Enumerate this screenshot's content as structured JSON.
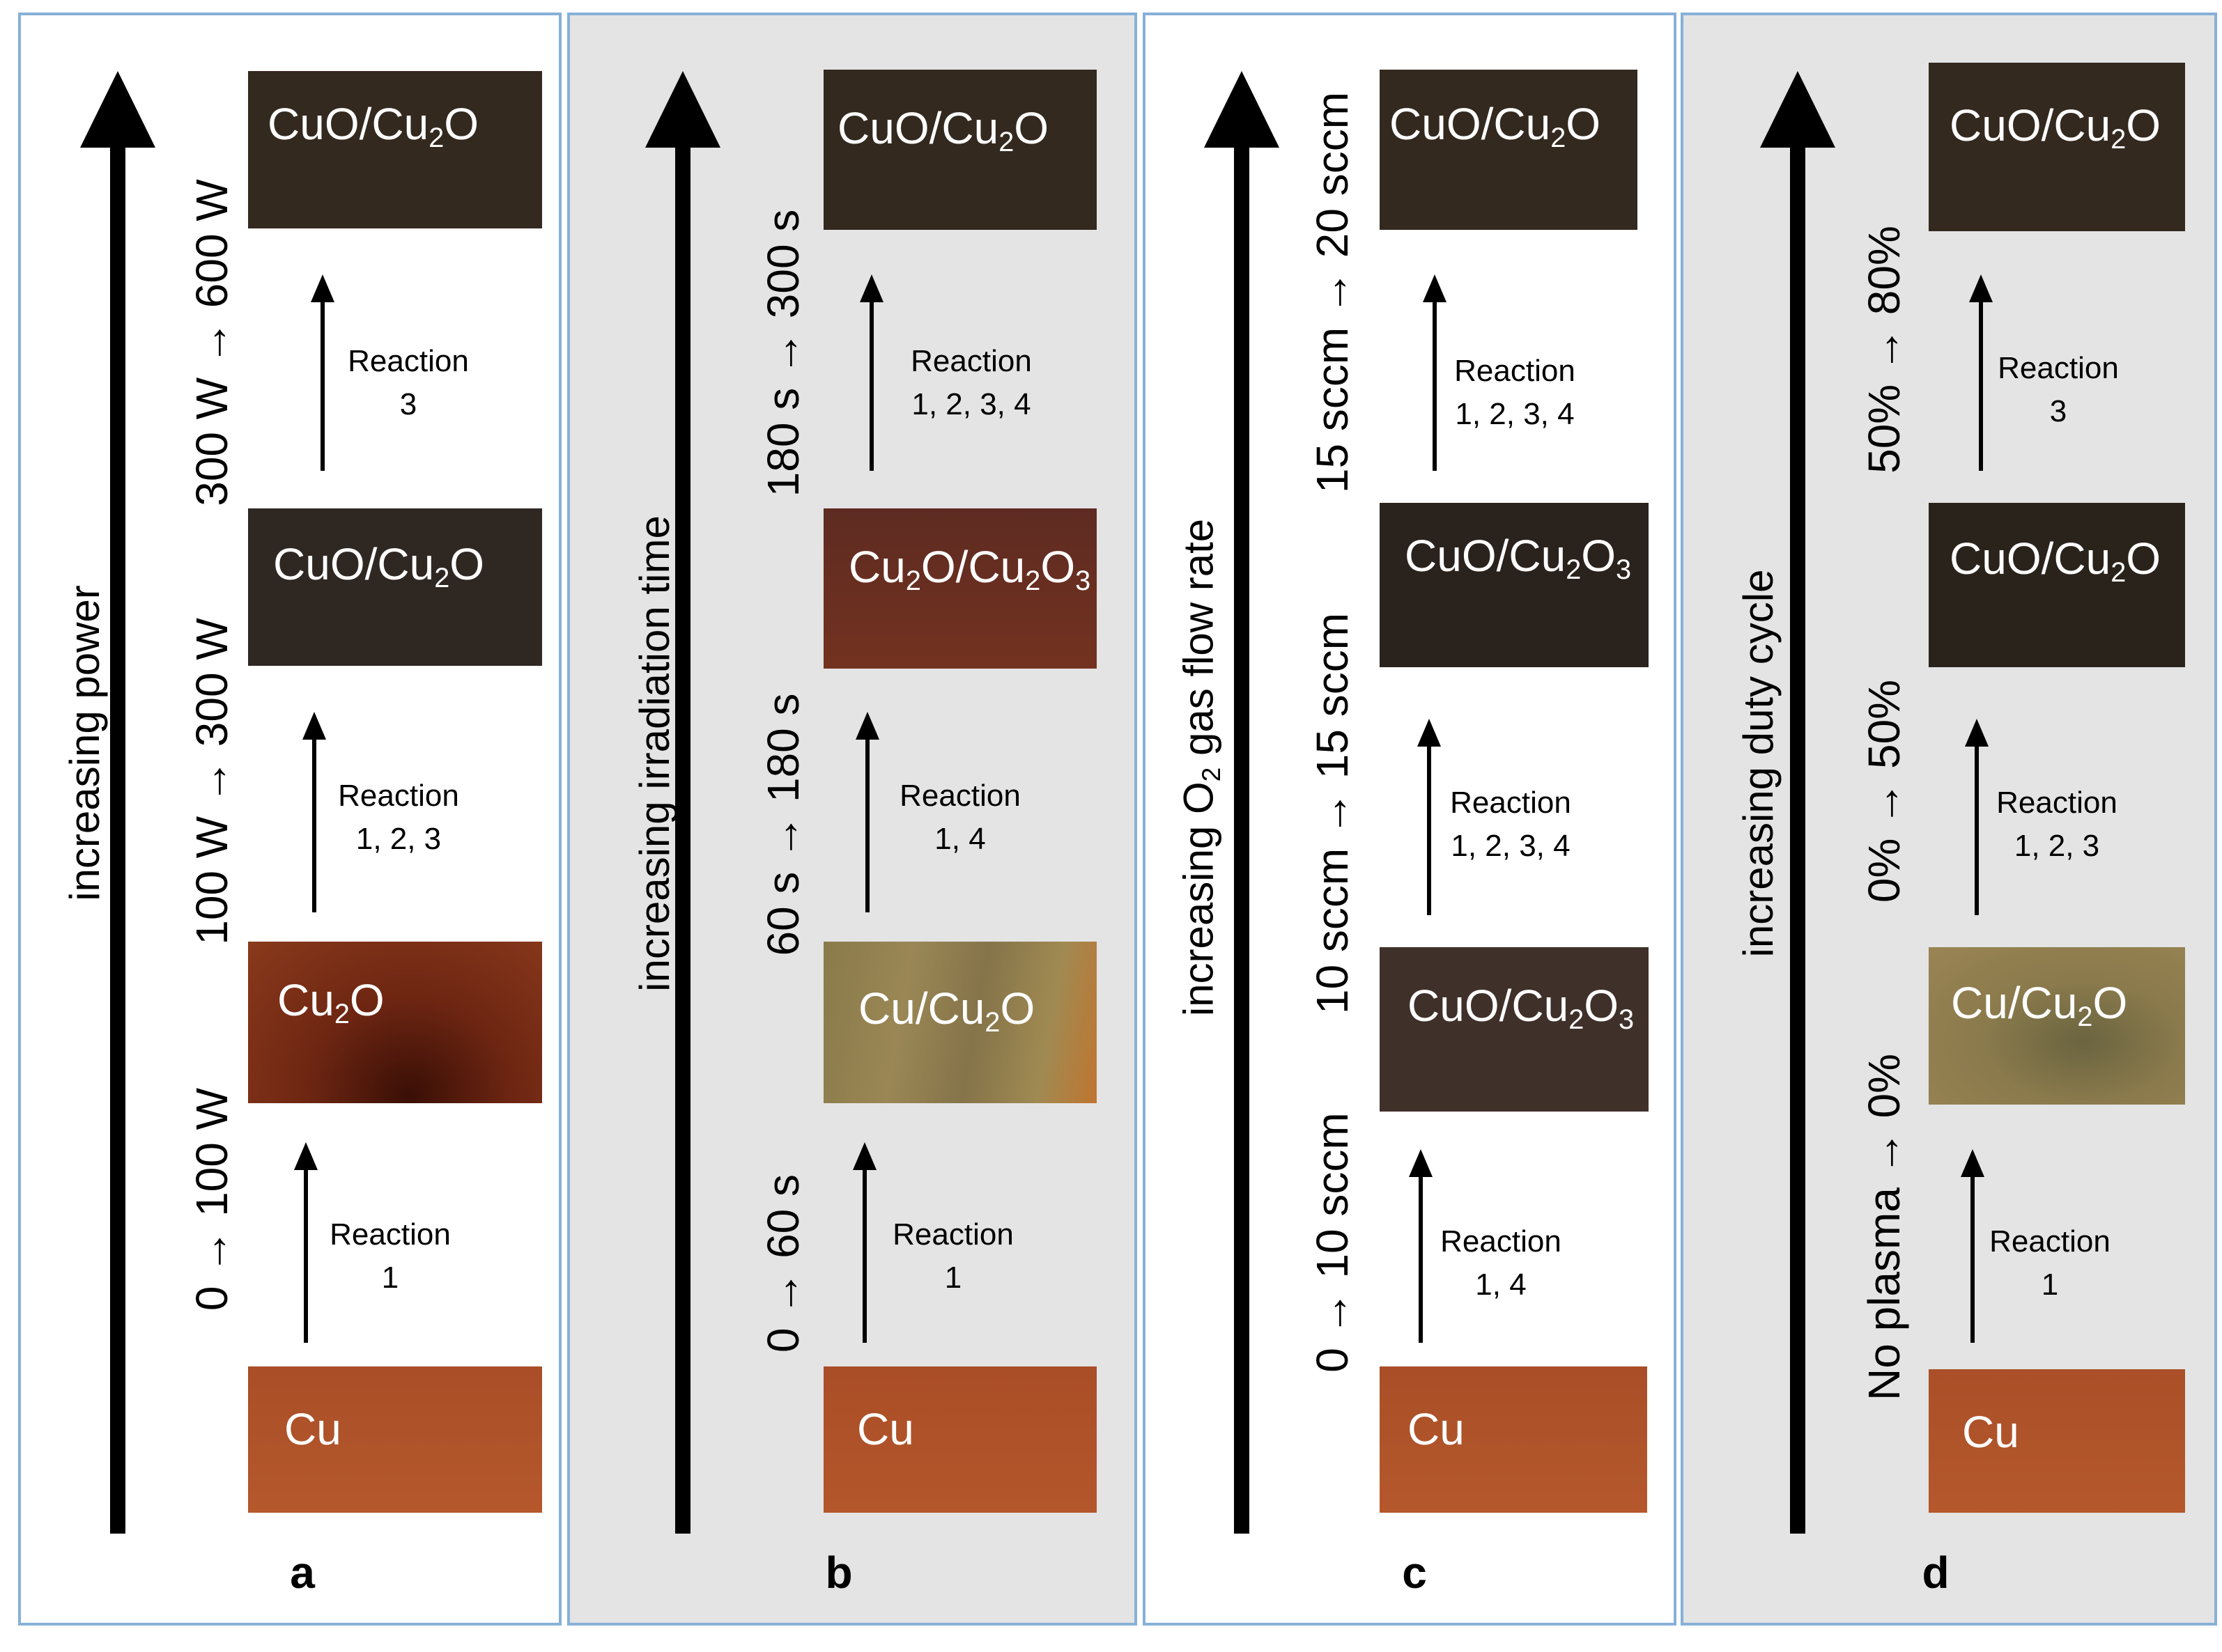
{
  "panels": [
    {
      "letter": "a",
      "axis_title": "increasing power",
      "steps": [
        "0 → 100 W",
        "100 W → 300 W",
        "300 W → 600 W"
      ],
      "samples": [
        {
          "pre": "Cu",
          "sub": "",
          "mid": "",
          "sub2": "",
          "post": ""
        },
        {
          "pre": "Cu",
          "sub": "2",
          "mid": "O",
          "sub2": "",
          "post": ""
        },
        {
          "pre": "CuO/Cu",
          "sub": "2",
          "mid": "O",
          "sub2": "",
          "post": ""
        },
        {
          "pre": "CuO/Cu",
          "sub": "2",
          "mid": "O",
          "sub2": "",
          "post": ""
        }
      ],
      "reactions": [
        {
          "line1": "Reaction",
          "line2": "1"
        },
        {
          "line1": "Reaction",
          "line2": "1, 2, 3"
        },
        {
          "line1": "Reaction",
          "line2": "3"
        }
      ]
    },
    {
      "letter": "b",
      "axis_title": "increasing irradiation time",
      "steps": [
        "0 → 60 s",
        "60 s → 180 s",
        "180 s → 300 s"
      ],
      "samples": [
        {
          "pre": "Cu",
          "sub": "",
          "mid": "",
          "sub2": "",
          "post": ""
        },
        {
          "pre": "Cu/Cu",
          "sub": "2",
          "mid": "O",
          "sub2": "",
          "post": ""
        },
        {
          "pre": "Cu",
          "sub": "2",
          "mid": "O/Cu",
          "sub2": "2",
          "post": "O",
          "sub3": "3"
        },
        {
          "pre": "CuO/Cu",
          "sub": "2",
          "mid": "O",
          "sub2": "",
          "post": ""
        }
      ],
      "reactions": [
        {
          "line1": "Reaction",
          "line2": "1"
        },
        {
          "line1": "Reaction",
          "line2": "1, 4"
        },
        {
          "line1": "Reaction",
          "line2": "1, 2, 3, 4"
        }
      ]
    },
    {
      "letter": "c",
      "axis_title_pre": "increasing O",
      "axis_title_sub": "2",
      "axis_title_post": " gas flow rate",
      "steps": [
        "0 → 10 sccm",
        "10 sccm → 15 sccm",
        "15 sccm → 20 sccm"
      ],
      "samples": [
        {
          "pre": "Cu",
          "sub": "",
          "mid": "",
          "sub2": "",
          "post": ""
        },
        {
          "pre": "CuO/Cu",
          "sub": "2",
          "mid": "O",
          "sub2": "3",
          "post": ""
        },
        {
          "pre": "CuO/Cu",
          "sub": "2",
          "mid": "O",
          "sub2": "3",
          "post": ""
        },
        {
          "pre": "CuO/Cu",
          "sub": "2",
          "mid": "O",
          "sub2": "",
          "post": ""
        }
      ],
      "reactions": [
        {
          "line1": "Reaction",
          "line2": "1, 4"
        },
        {
          "line1": "Reaction",
          "line2": "1, 2, 3, 4"
        },
        {
          "line1": "Reaction",
          "line2": "1, 2, 3, 4"
        }
      ]
    },
    {
      "letter": "d",
      "axis_title": "increasing duty cycle",
      "steps": [
        "No plasma → 0%",
        "0% → 50%",
        "50% → 80%"
      ],
      "samples": [
        {
          "pre": "Cu",
          "sub": "",
          "mid": "",
          "sub2": "",
          "post": ""
        },
        {
          "pre": "Cu/Cu",
          "sub": "2",
          "mid": "O",
          "sub2": "",
          "post": ""
        },
        {
          "pre": "CuO/Cu",
          "sub": "2",
          "mid": "O",
          "sub2": "",
          "post": ""
        },
        {
          "pre": "CuO/Cu",
          "sub": "2",
          "mid": "O",
          "sub2": "",
          "post": ""
        }
      ],
      "reactions": [
        {
          "line1": "Reaction",
          "line2": "1"
        },
        {
          "line1": "Reaction",
          "line2": "1, 2, 3"
        },
        {
          "line1": "Reaction",
          "line2": "3"
        }
      ]
    }
  ],
  "colors": {
    "panel_border": "#86b0d8",
    "panel_grey": "#e4e4e4",
    "cu": "#b0532a",
    "cu2o_red": "#6e2612",
    "cu_cu2o_tan": "#948150",
    "cu2o_cu2o3_redbrown": "#6a2f24",
    "cuo_dark": "#2e2620",
    "cuo_brown": "#40302a"
  }
}
